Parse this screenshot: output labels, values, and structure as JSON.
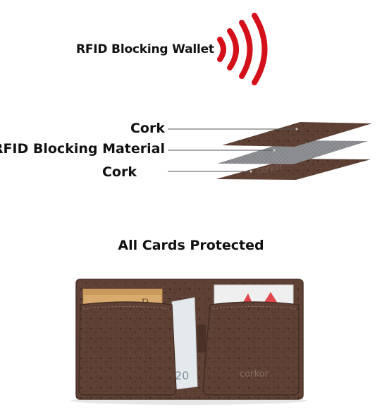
{
  "header": {
    "title": "RFID Blocking Wallet",
    "signal_icon": "rfid-signal-icon",
    "signal_color": "#d4111b"
  },
  "layers": {
    "cork_top": "Cork",
    "rfid_material": "RFID Blocking Material",
    "cork_bottom": "Cork",
    "cork_color": "#5c3f33",
    "rfid_color": "#8c8e91",
    "leader_color": "#555555"
  },
  "cards_section": {
    "title": "All Cards Protected",
    "wallet_brand": "corkor",
    "bill_number": "20"
  }
}
